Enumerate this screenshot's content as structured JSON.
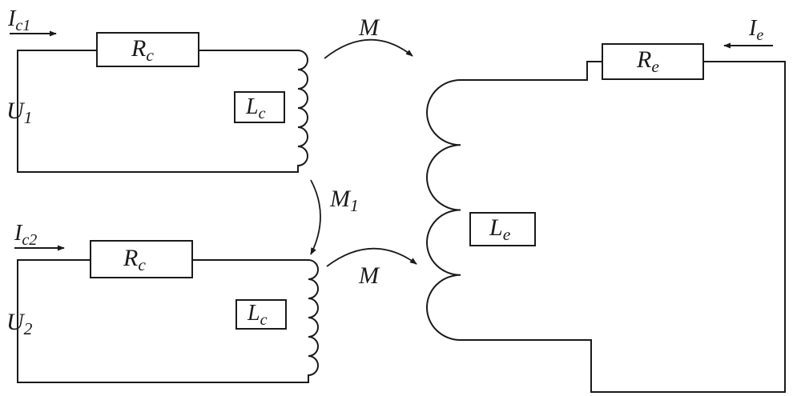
{
  "labels": {
    "ic1": {
      "main": "I",
      "sub": "c1"
    },
    "ic2": {
      "main": "I",
      "sub": "c2"
    },
    "ie": {
      "main": "I",
      "sub": "e"
    },
    "u1": {
      "main": "U",
      "sub": "1"
    },
    "u2": {
      "main": "U",
      "sub": "2"
    },
    "rc_top": {
      "main": "R",
      "sub": "c"
    },
    "rc_bottom": {
      "main": "R",
      "sub": "c"
    },
    "re": {
      "main": "R",
      "sub": "e"
    },
    "lc_top": {
      "main": "L",
      "sub": "c"
    },
    "lc_bottom": {
      "main": "L",
      "sub": "c"
    },
    "le": {
      "main": "L",
      "sub": "e"
    },
    "m_top": {
      "main": "M"
    },
    "m_bottom": {
      "main": "M"
    },
    "m1": {
      "main": "M",
      "sub": "1"
    }
  }
}
